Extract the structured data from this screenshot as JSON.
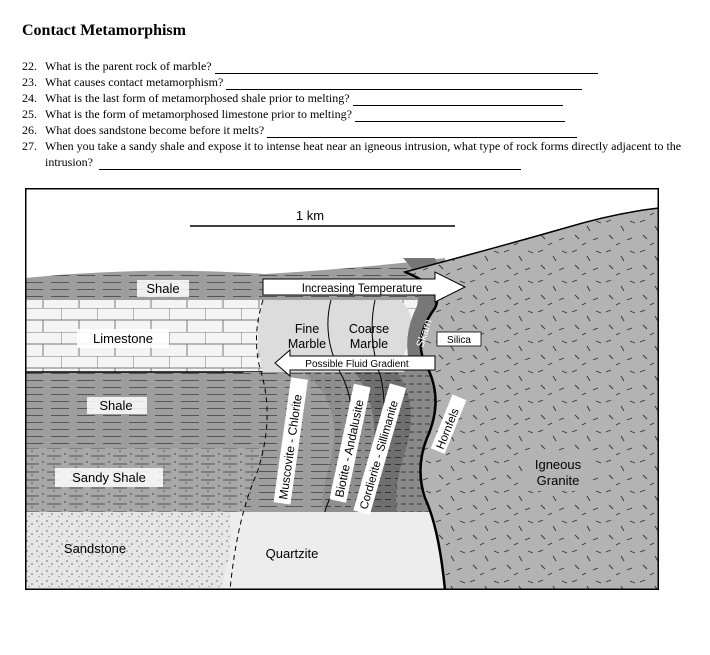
{
  "title": "Contact Metamorphism",
  "questions": [
    {
      "num": "22.",
      "text": "What is the parent rock of marble?"
    },
    {
      "num": "23.",
      "text": "What causes contact metamorphism?"
    },
    {
      "num": "24.",
      "text": "What is the last form of metamorphosed shale prior to melting?"
    },
    {
      "num": "25.",
      "text": "What is the form of metamorphosed limestone prior to melting?"
    },
    {
      "num": "26.",
      "text": "What does sandstone become before it melts?"
    },
    {
      "num": "27.",
      "text": "When you take a sandy shale and expose it to intense heat near an igneous intrusion, what type of rock forms directly adjacent to the intrusion?"
    }
  ],
  "diagram": {
    "scale_label": "1 km",
    "layers": {
      "shale_top": "Shale",
      "limestone": "Limestone",
      "shale_mid": "Shale",
      "sandy_shale": "Sandy Shale",
      "sandstone": "Sandstone"
    },
    "arrows": {
      "temperature": "Increasing Temperature",
      "fluid": "Possible Fluid Gradient"
    },
    "marble": {
      "fine_1": "Fine",
      "fine_2": "Marble",
      "coarse_1": "Coarse",
      "coarse_2": "Marble"
    },
    "skarn": "Skarn",
    "silica": "Silica",
    "zones": {
      "muscovite": "Muscovite - Chlorite",
      "biotite": "Biotite - Andalusite",
      "cordierite": "Cordierite - Sillimanite",
      "hornfels": "Hornfels"
    },
    "quartzite": "Quartzite",
    "granite_1": "Igneous",
    "granite_2": "Granite"
  }
}
